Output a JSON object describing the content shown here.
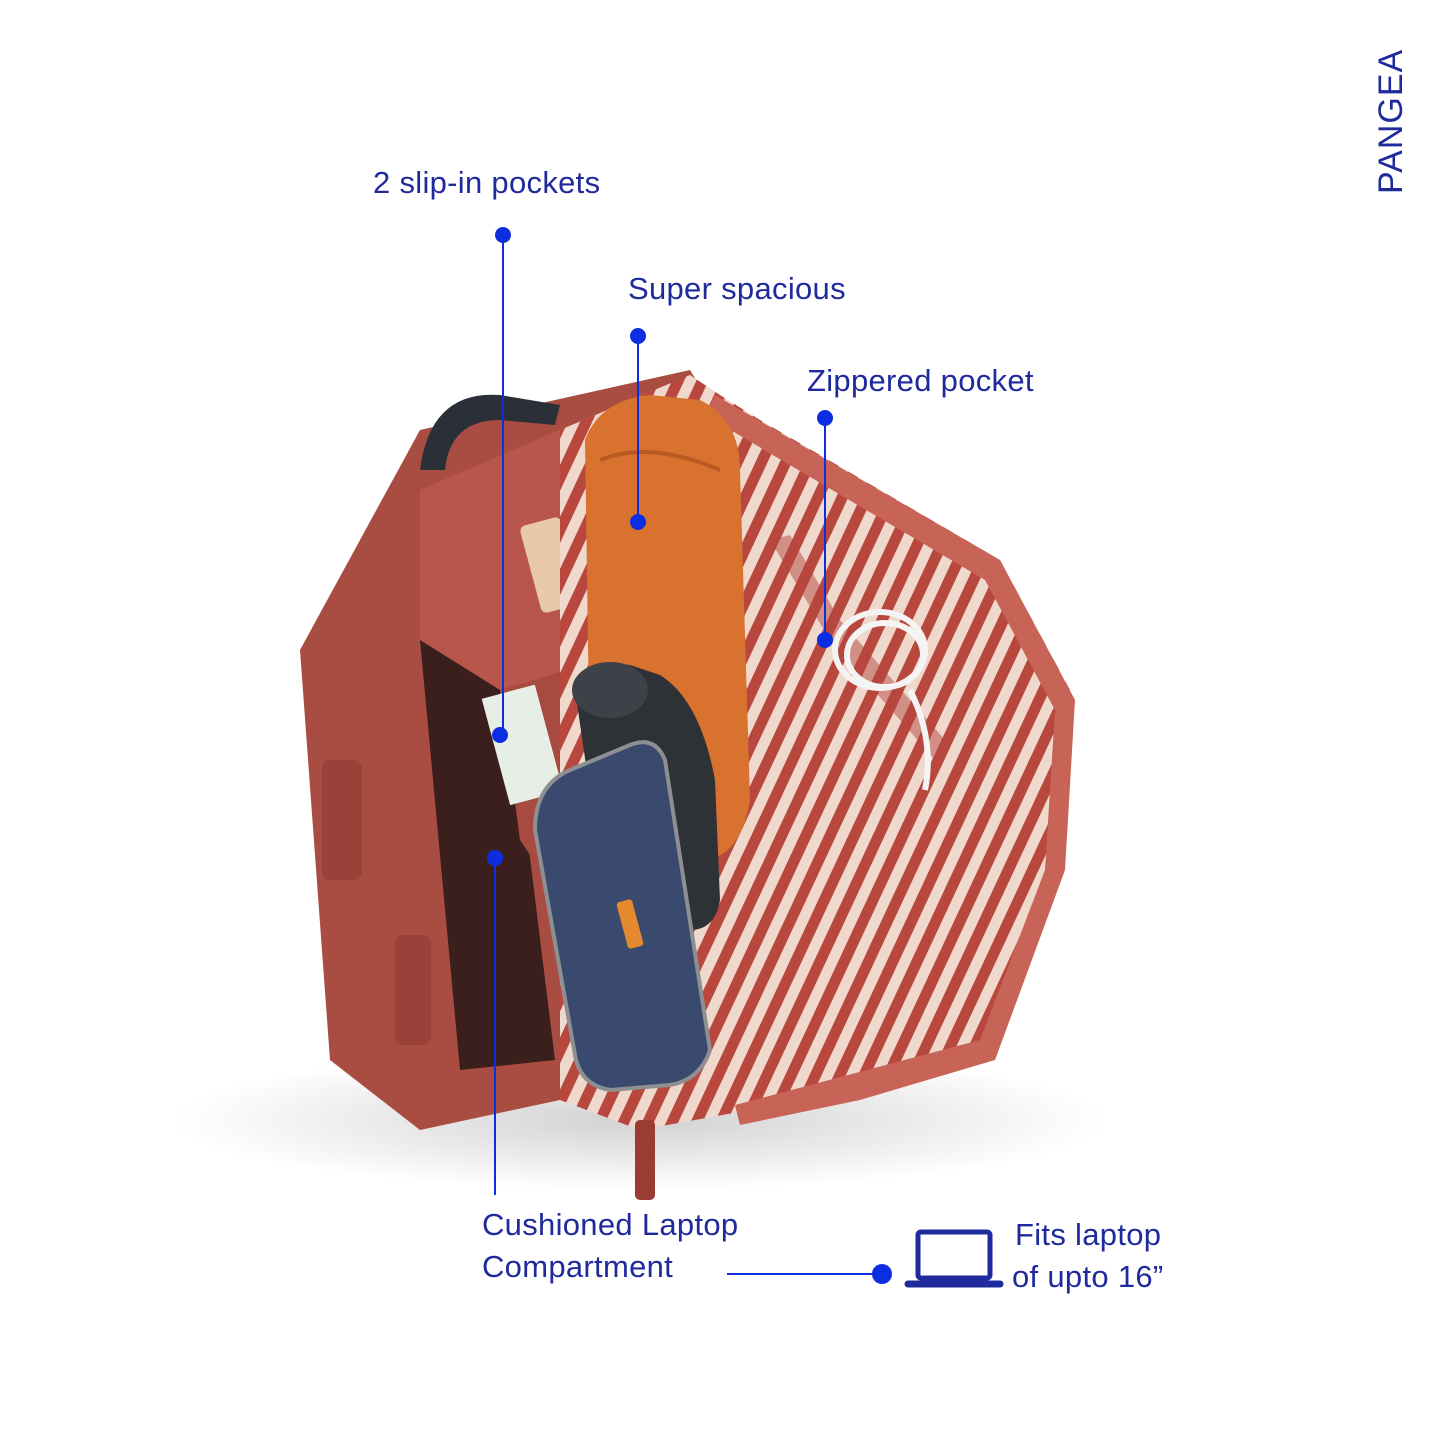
{
  "brand": {
    "name": "PANGEA"
  },
  "callouts": {
    "slip_in": "2 slip-in pockets",
    "spacious": "Super spacious",
    "zippered": "Zippered pocket",
    "laptop_line1": "Cushioned Laptop",
    "laptop_line2": "Compartment",
    "fits_line1": "Fits laptop",
    "fits_line2": "of upto 16”"
  },
  "icons": {
    "laptop": "laptop-icon"
  },
  "colors": {
    "accent": "#1f2a9c",
    "dot": "#0d2ee0",
    "bag": "#b8554a",
    "bag_dark": "#8f3a33",
    "towel": "#d9712f",
    "pouch": "#3a4a6e"
  }
}
